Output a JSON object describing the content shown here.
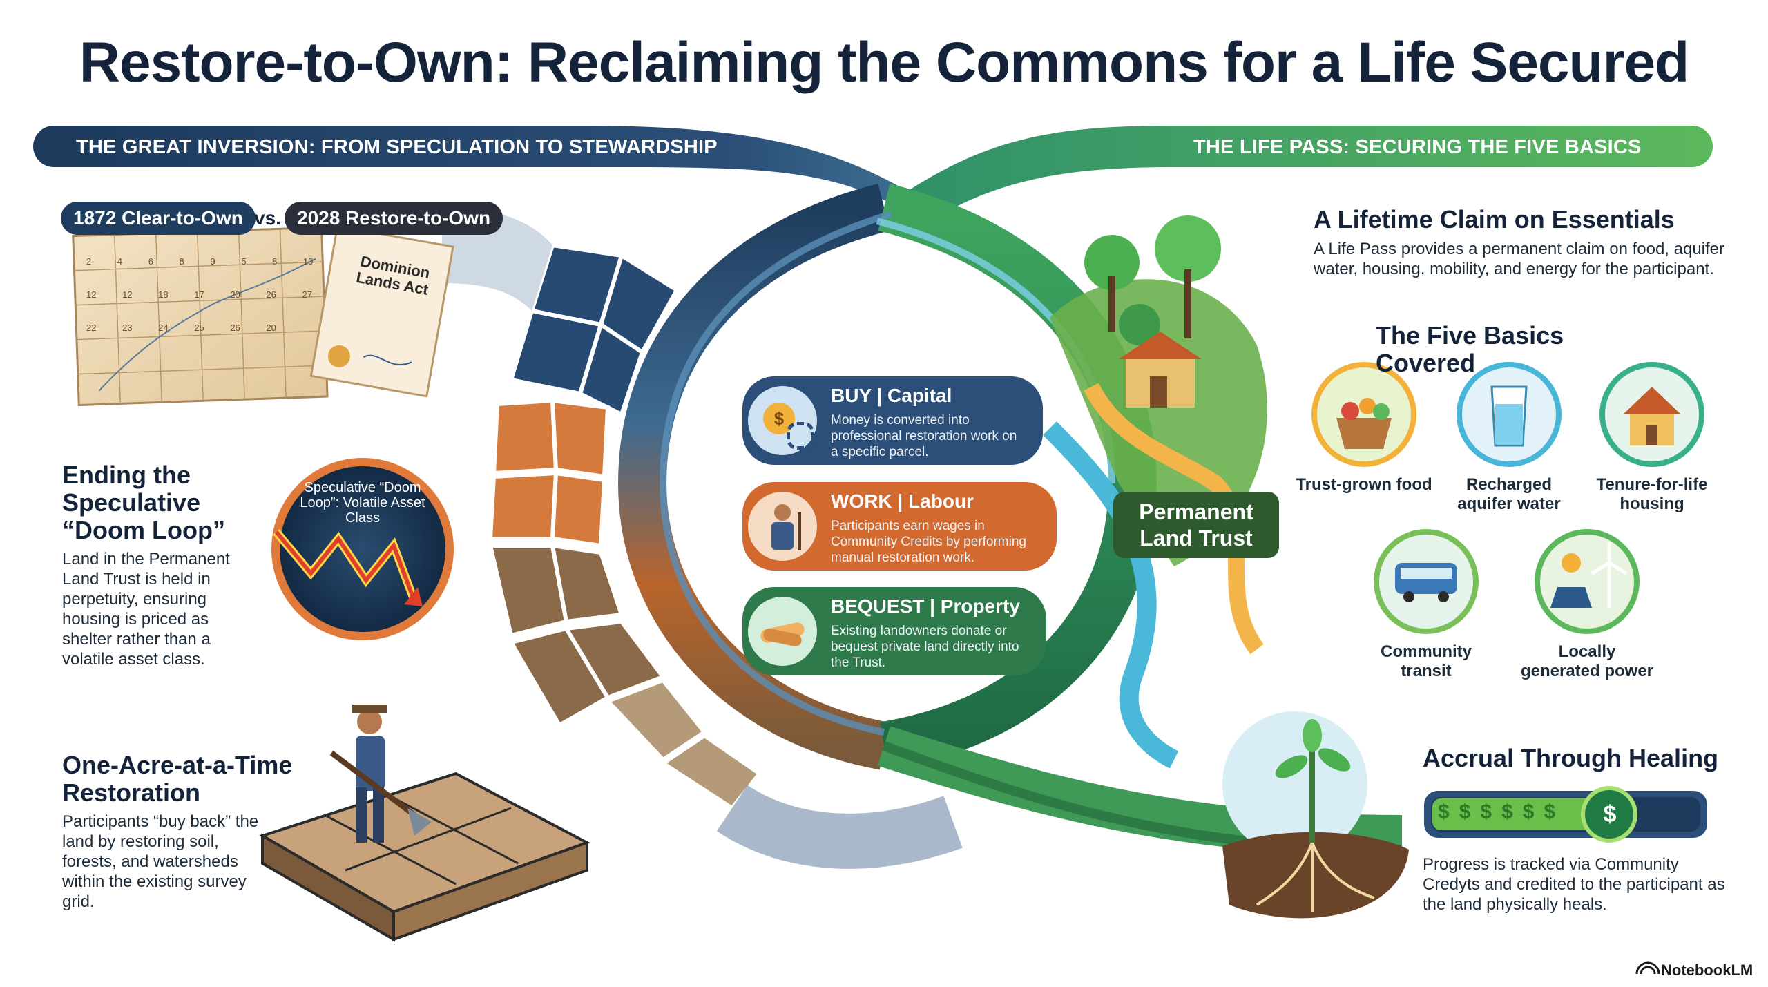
{
  "title": "Restore-to-Own: Reclaiming the Commons for a Life Secured",
  "bands": {
    "left": "THE GREAT INVERSION: FROM SPECULATION TO STEWARDSHIP",
    "right": "THE LIFE PASS: SECURING THE FIVE BASICS"
  },
  "comparison": {
    "left_pill": "1872 Clear-to-Own",
    "vs": "vs.",
    "right_pill": "2028 Restore-to-Own",
    "document_title": "Dominion Lands Act",
    "grid_numbers": [
      "2",
      "4",
      "6",
      "8",
      "9",
      "5",
      "8",
      "10",
      "12",
      "12",
      "18",
      "17",
      "20",
      "26",
      "27",
      "22",
      "23",
      "24",
      "25",
      "26",
      "20"
    ]
  },
  "doom_loop": {
    "heading": "Ending the Speculative “Doom Loop”",
    "body": "Land in the Permanent Land Trust is held in perpetuity, ensuring housing is priced as shelter rather than a volatile asset class.",
    "badge_text": "Speculative “Doom Loop”: Volatile Asset Class"
  },
  "restoration": {
    "heading": "One-Acre-at-a-Time Restoration",
    "body": "Participants “buy back” the land by restoring soil, forests, and watersheds within the existing survey grid."
  },
  "cards": [
    {
      "title": "BUY",
      "sub": "Capital",
      "body": "Money is converted into professional restoration work on a specific parcel.",
      "icon": "coins-gear-icon",
      "color": "#2b4f78"
    },
    {
      "title": "WORK",
      "sub": "Labour",
      "body": "Participants earn wages in Community Credits by performing manual restoration work.",
      "icon": "worker-shovel-icon",
      "color": "#d2692f"
    },
    {
      "title": "BEQUEST",
      "sub": "Property",
      "body": "Existing landowners donate or bequest private land directly into the Trust.",
      "icon": "handshake-icon",
      "color": "#2e7a4a"
    }
  ],
  "trust_label": "Permanent Land Trust",
  "lifetime": {
    "heading": "A Lifetime Claim on Essentials",
    "body": "A Life Pass provides a permanent claim on food, aquifer water, housing, mobility, and energy for the participant."
  },
  "five_basics": {
    "heading": "The Five Basics Covered",
    "items": [
      {
        "label": "Trust-grown food",
        "icon": "food-basket-icon"
      },
      {
        "label": "Recharged aquifer water",
        "icon": "water-glass-icon"
      },
      {
        "label": "Tenure-for-life housing",
        "icon": "house-icon"
      },
      {
        "label": "Community transit",
        "icon": "bus-icon"
      },
      {
        "label": "Locally generated power",
        "icon": "solar-wind-icon"
      }
    ]
  },
  "accrual": {
    "heading": "Accrual Through Healing",
    "body": "Progress is tracked via Community Credyts and credited to the participant as the land physically heals.",
    "meter_symbols": [
      "$",
      "$",
      "$",
      "$",
      "$",
      "$",
      "$"
    ]
  },
  "brand": "NotebookLM",
  "colors": {
    "navy": "#1f3d5e",
    "green": "#4caf50",
    "orange": "#d2692f",
    "dark_text": "#14233a"
  }
}
